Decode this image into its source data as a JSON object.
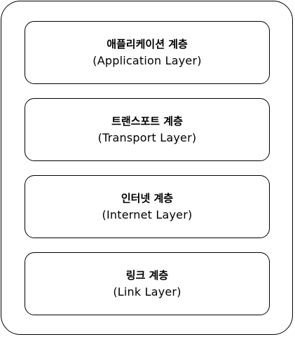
{
  "diagram": {
    "layers": [
      {
        "korean": "애플리케이션 계층",
        "english": "(Application Layer)"
      },
      {
        "korean": "트랜스포트 계층",
        "english": "(Transport Layer)"
      },
      {
        "korean": "인터넷 계층",
        "english": "(Internet Layer)"
      },
      {
        "korean": "링크 계층",
        "english": "(Link Layer)"
      }
    ]
  }
}
